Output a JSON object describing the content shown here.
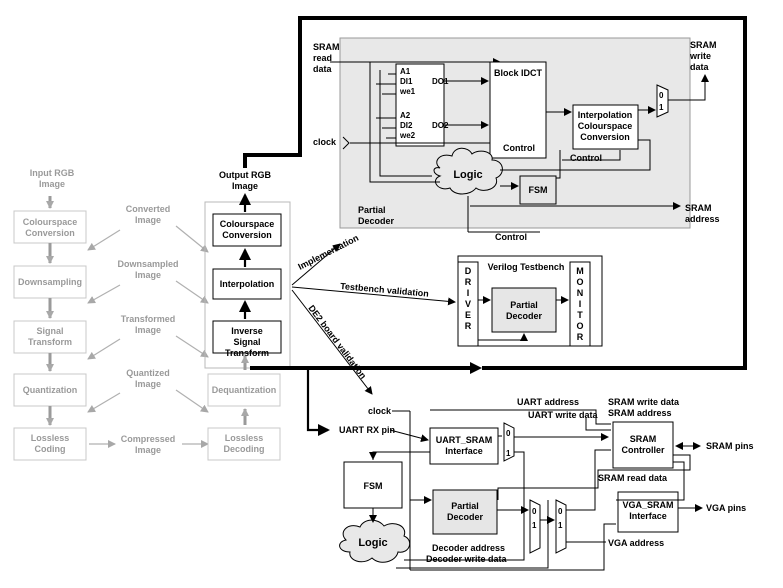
{
  "encoder": {
    "input": "Input RGB Image",
    "colourspace": "Colourspace Conversion",
    "downsampling": "Downsampling",
    "signal_transform": "Signal Transform",
    "quantization": "Quantization",
    "lossless_coding": "Lossless Coding"
  },
  "intermediate": {
    "converted": "Converted Image",
    "downsampled": "Downsampled Image",
    "transformed": "Transformed Image",
    "quantized": "Quantized Image",
    "compressed": "Compressed Image"
  },
  "decoder": {
    "output": "Output RGB Image",
    "colourspace": "Colourspace Conversion",
    "interpolation": "Interpolation",
    "inverse_transform": "Inverse Signal Transform",
    "dequantization": "Dequantization",
    "lossless_decoding": "Lossless Decoding"
  },
  "arrows": {
    "implementation": "Implementation",
    "testbench_validation": "Testbench validation",
    "de2_validation": "DE2 board validation"
  },
  "partial_decoder_top": {
    "sram_read": "SRAM read data",
    "sram_write": "SRAM write data",
    "sram_address": "SRAM address",
    "clock": "clock",
    "block_idct": "Block IDCT",
    "interp_cc": "Interpolation Colourspace Conversion",
    "logic": "Logic",
    "fsm": "FSM",
    "control_1": "Control",
    "control_2": "Control",
    "control_3": "Control",
    "partial_decoder": "Partial Decoder",
    "ram_port_a1": "A1",
    "ram_port_di1": "DI1",
    "ram_port_we1": "we1",
    "ram_port_a2": "A2",
    "ram_port_di2": "DI2",
    "ram_port_we2": "we2",
    "ram_port_do1": "DO1",
    "ram_port_do2": "DO2",
    "mux_0": "0",
    "mux_1": "1"
  },
  "testbench": {
    "title": "Verilog Testbench",
    "driver": "DRIVER",
    "monitor": "MONITOR",
    "partial_decoder": "Partial Decoder"
  },
  "de2": {
    "clock": "clock",
    "uart_rx": "UART RX pin",
    "uart_address": "UART address",
    "uart_write": "UART write data",
    "uart_sram": "UART_SRAM Interface",
    "sram_write": "SRAM write data",
    "sram_address": "SRAM address",
    "sram_controller": "SRAM Controller",
    "sram_pins": "SRAM pins",
    "sram_read": "SRAM read data",
    "fsm": "FSM",
    "partial_decoder": "Partial Decoder",
    "logic": "Logic",
    "vga_sram": "VGA_SRAM Interface",
    "vga_pins": "VGA pins",
    "vga_address": "VGA address",
    "decoder_address": "Decoder address",
    "decoder_write": "Decoder write data",
    "mux_0": "0",
    "mux_1": "1"
  }
}
